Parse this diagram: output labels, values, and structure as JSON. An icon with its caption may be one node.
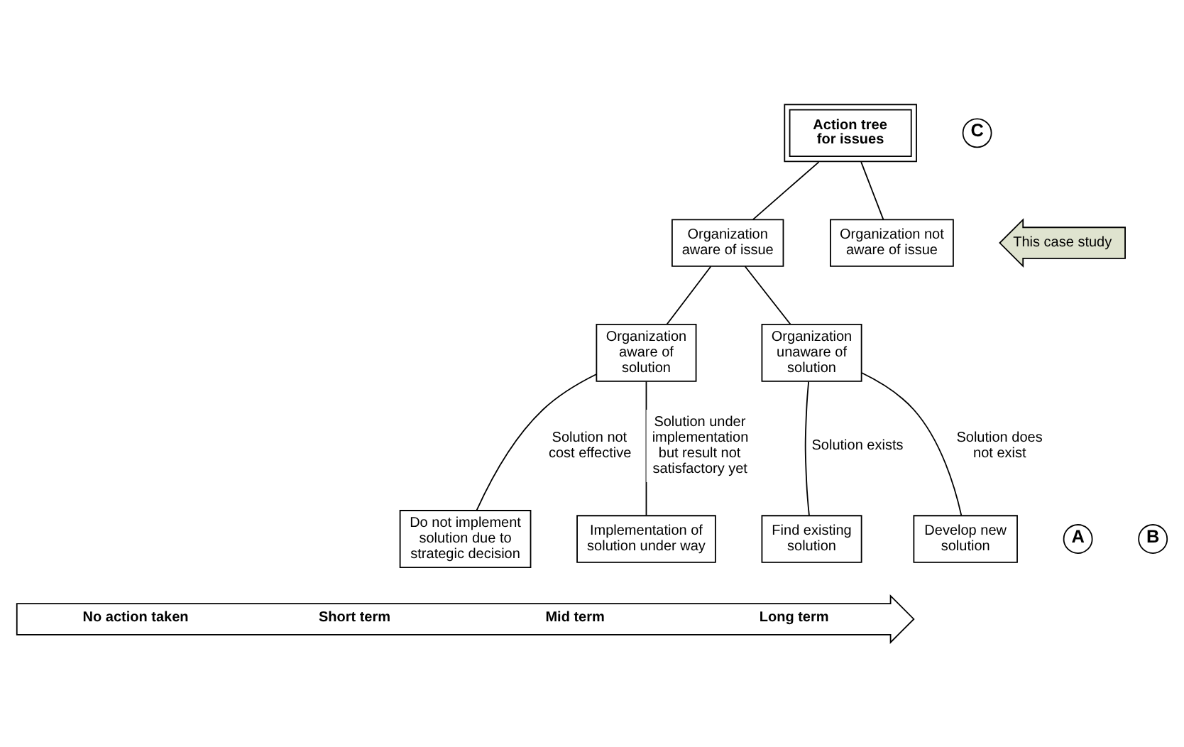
{
  "diagram": {
    "nodes": [
      {
        "text": [
          "Action tree for issues"
        ]
      },
      {
        "text": [
          "C"
        ]
      },
      {
        "text": [
          "Organization aware of issue"
        ]
      },
      {
        "text": [
          "This case study"
        ]
      },
      {
        "text": [
          "Organization not aware of issue"
        ]
      },
      {
        "text": [
          "Organization aware of solution"
        ]
      },
      {
        "text": [
          "Organization unaware of solution"
        ]
      },
      {
        "text": [
          "A"
        ]
      },
      {
        "text": [
          "B"
        ]
      },
      {
        "text": [
          "Do not implement solution due to strategic decision"
        ]
      },
      {
        "text": [
          "Implementation of solution under way"
        ]
      },
      {
        "text": [
          "Find existing solution"
        ]
      },
      {
        "text": [
          "Develop new solution"
        ]
      },
      {
        "text": [
          "No action taken",
          "Short term",
          "Mid term",
          "Long term"
        ]
      }
    ],
    "edges": [
      {
        "from": 0,
        "to": 2,
        "arrow": "none"
      },
      {
        "from": 0,
        "to": 4,
        "arrow": "none"
      },
      {
        "from": 2,
        "to": 5,
        "arrow": "none"
      },
      {
        "from": 2,
        "to": 6,
        "arrow": "none"
      },
      {
        "from": 5,
        "to": 9,
        "arrow": "none",
        "label": "Solution not cost effective"
      },
      {
        "from": 5,
        "to": 10,
        "arrow": "none",
        "label": "Solution under implementation but result not satisfactory yet"
      },
      {
        "from": 6,
        "to": 11,
        "arrow": "none",
        "label": "Solution exists"
      },
      {
        "from": 6,
        "to": 12,
        "arrow": "none",
        "label": "Solution does not exist"
      }
    ]
  }
}
